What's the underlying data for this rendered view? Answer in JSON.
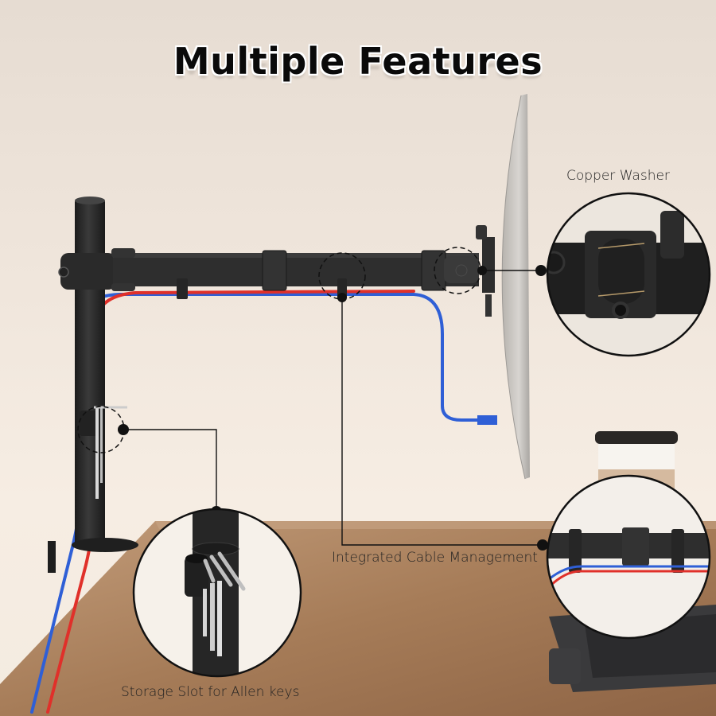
{
  "title": "Multiple Features",
  "callouts": [
    {
      "id": "copper-washer",
      "label": "Copper Washer"
    },
    {
      "id": "cable-management",
      "label": "Integrated Cable Management"
    },
    {
      "id": "allen-key-storage",
      "label": "Storage Slot for Allen keys"
    }
  ],
  "colors": {
    "wall": "#f0e6dc",
    "desk": "#b08a6a",
    "metal": "#2b2b2b",
    "cable_red": "#e0302a",
    "cable_blue": "#2f5fd6",
    "monitor": "#c9c6c2"
  }
}
